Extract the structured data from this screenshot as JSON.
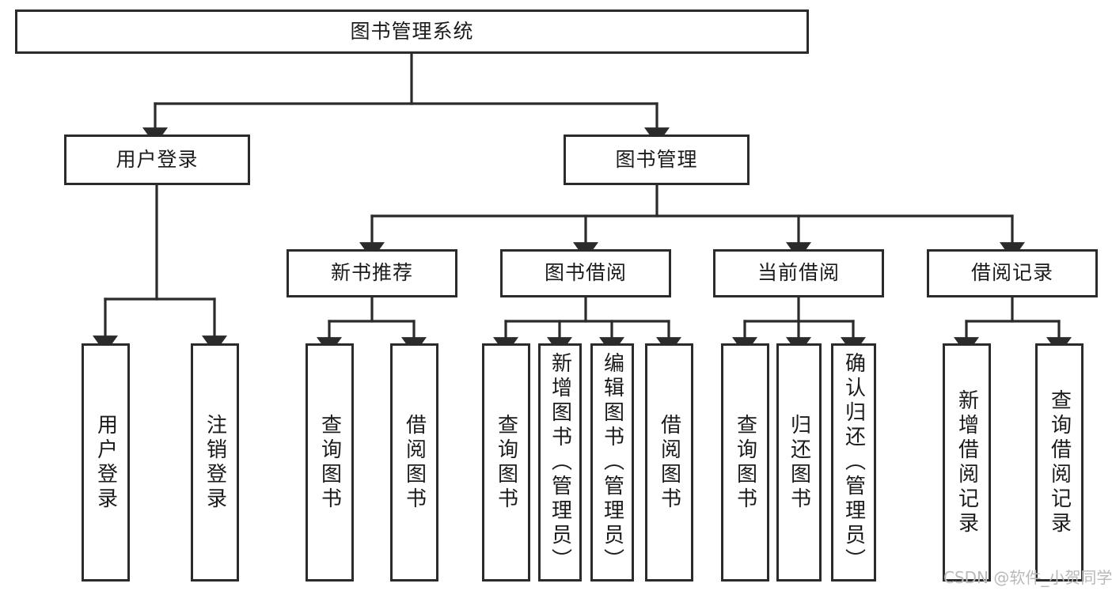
{
  "diagram": {
    "type": "tree-hierarchy",
    "title": "图书管理系统",
    "orientation": "top-down",
    "edge_style": "orthogonal-elbow-with-arrowheads",
    "colors": {
      "box_border": "#2b2b2b",
      "box_fill": "#ffffff",
      "line": "#2b2b2b",
      "text": "#1b1b1b",
      "watermark": "#b9b9b9",
      "background": "#ffffff"
    },
    "root": {
      "id": "root",
      "label": "图书管理系统"
    },
    "level2": [
      {
        "id": "user-login",
        "label": "用户登录"
      },
      {
        "id": "book-manage",
        "label": "图书管理"
      }
    ],
    "level3": [
      {
        "id": "new-book-recommend",
        "label": "新书推荐",
        "parent": "book-manage"
      },
      {
        "id": "book-borrow",
        "label": "图书借阅",
        "parent": "book-manage"
      },
      {
        "id": "current-borrow",
        "label": "当前借阅",
        "parent": "book-manage"
      },
      {
        "id": "borrow-record",
        "label": "借阅记录",
        "parent": "book-manage"
      }
    ],
    "leaves": {
      "user_login": [
        {
          "id": "leaf-user-login",
          "label": "用户登录"
        },
        {
          "id": "leaf-logout-login",
          "label": "注销登录"
        }
      ],
      "new_book_recommend": [
        {
          "id": "leaf-query-book-1",
          "label": "查询图书"
        },
        {
          "id": "leaf-borrow-book-1",
          "label": "借阅图书"
        }
      ],
      "book_borrow": [
        {
          "id": "leaf-query-book-2",
          "label": "查询图书"
        },
        {
          "id": "leaf-add-book",
          "label": "新增图书（管理员）"
        },
        {
          "id": "leaf-edit-book",
          "label": "编辑图书（管理员）"
        },
        {
          "id": "leaf-borrow-book-2",
          "label": "借阅图书"
        }
      ],
      "current_borrow": [
        {
          "id": "leaf-query-book-3",
          "label": "查询图书"
        },
        {
          "id": "leaf-return-book",
          "label": "归还图书"
        },
        {
          "id": "leaf-confirm-return",
          "label": "确认归还（管理员）"
        }
      ],
      "borrow_record": [
        {
          "id": "leaf-add-record",
          "label": "新增借阅记录"
        },
        {
          "id": "leaf-query-record",
          "label": "查询借阅记录"
        }
      ]
    }
  },
  "watermark": {
    "text": "CSDN @软件_小贺同学"
  }
}
